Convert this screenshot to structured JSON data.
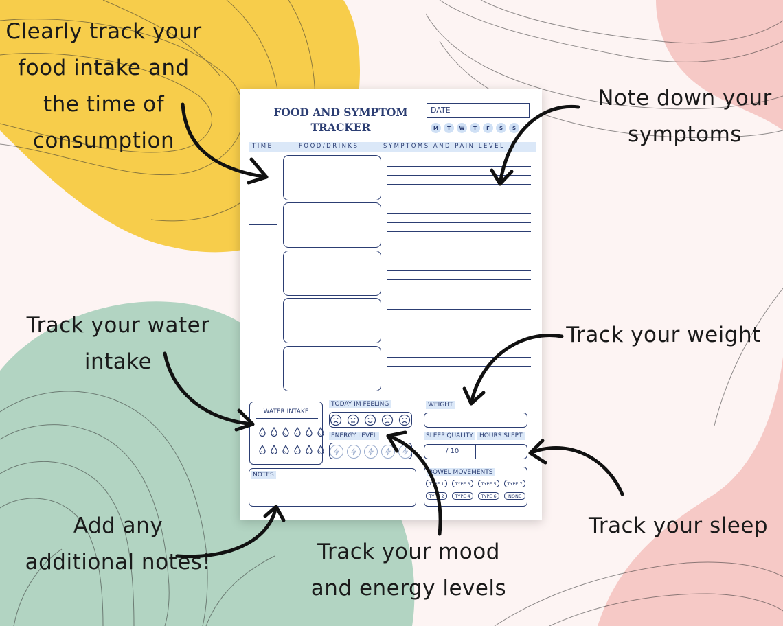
{
  "colors": {
    "yellow": "#f7cd4b",
    "pink": "#f6c9c6",
    "green": "#b2d4c2",
    "navy": "#2c3e73",
    "chip": "#dbe8f8"
  },
  "callouts": {
    "food": [
      "Clearly track your",
      "food intake and",
      "the time of",
      "consumption"
    ],
    "symptoms": [
      "Note down your",
      "symptoms"
    ],
    "water": [
      "Track your water",
      "intake"
    ],
    "weight": [
      "Track your weight"
    ],
    "notes": [
      "Add any",
      "additional notes!"
    ],
    "mood": [
      "Track your mood",
      "and energy levels"
    ],
    "sleep": [
      "Track your sleep"
    ]
  },
  "sheet": {
    "title_line1": "FOOD AND SYMPTOM",
    "title_line2": "TRACKER",
    "date_label": "DATE",
    "days": [
      "M",
      "T",
      "W",
      "T",
      "F",
      "S",
      "S"
    ],
    "col_time": "TIME",
    "col_food": "FOOD/DRINKS",
    "col_symptoms": "SYMPTOMS AND PAIN LEVEL",
    "water_label": "WATER INTAKE",
    "feeling_label": "TODAY IM FEELING",
    "energy_label": "ENERGY LEVEL",
    "weight_label": "WEIGHT",
    "sleep_quality_label": "SLEEP QUALITY",
    "hours_slept_label": "HOURS SLEPT",
    "sleep_scale": "/ 10",
    "notes_label": "NOTES",
    "bowel_label": "BOWEL MOVEMENTS",
    "bowel_types": [
      "TYPE 1",
      "TYPE 3",
      "TYPE 5",
      "TYPE 7",
      "TYPE 2",
      "TYPE 4",
      "TYPE 6",
      "NONE"
    ],
    "icons": {
      "water": "water-drop-icon",
      "mood": "smiley-face-icon",
      "energy": "lightning-bolt-icon"
    }
  }
}
